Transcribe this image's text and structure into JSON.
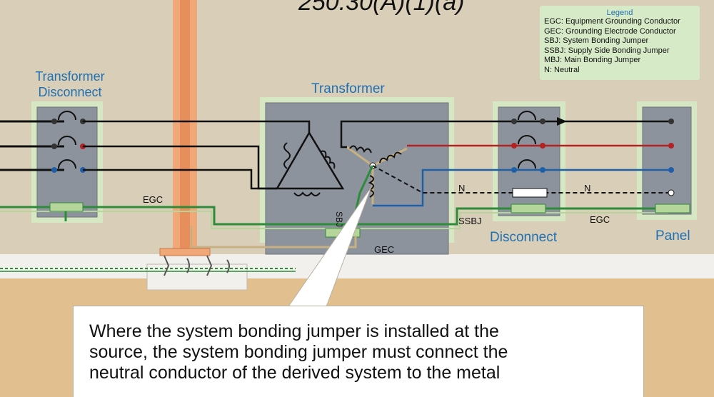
{
  "code_heading": "250.30(A)(1)(a)",
  "legend": {
    "title": "Legend",
    "items": [
      "EGC: Equipment Grounding Conductor",
      "GEC: Grounding Electrode Conductor",
      "SBJ: System Bonding Jumper",
      "SSBJ: Supply Side Bonding Jumper",
      "MBJ: Main Bonding Jumper",
      "N: Neutral"
    ]
  },
  "labels": {
    "transformer_disconnect": "Transformer Disconnect",
    "transformer": "Transformer",
    "disconnect": "Disconnect",
    "panel": "Panel",
    "egc_left": "EGC",
    "egc_right": "EGC",
    "gec": "GEC",
    "sbj": "SBJ",
    "ssbj": "SSBJ",
    "n_left": "N",
    "n_right": "N"
  },
  "callout": {
    "text": "Where the system bonding jumper is installed at the\nsource, the system bonding jumper must connect the\nneutral conductor of the derived system to the metal"
  },
  "colors": {
    "background": "#d9cfb8",
    "enclosure": "#8d939c",
    "highlight": "#d5e7c3",
    "conduit": "#f0a878",
    "phase_a": "#111111",
    "phase_b": "#b22222",
    "phase_c": "#1f5fa8",
    "ground": "#2e8b3a",
    "gec": "#c8b083",
    "label_blue": "#1f6fb3"
  }
}
